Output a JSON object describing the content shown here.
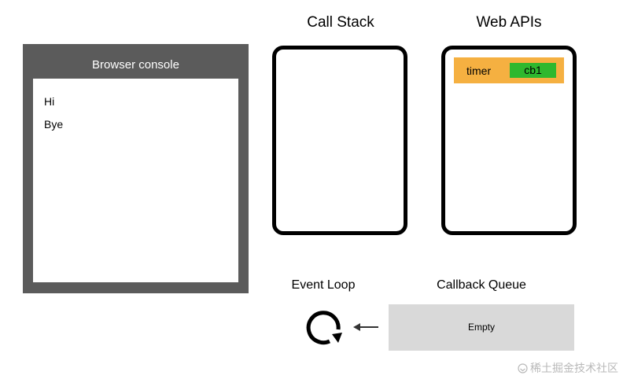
{
  "browser_console": {
    "title": "Browser console",
    "lines": [
      "Hi",
      "Bye"
    ]
  },
  "call_stack": {
    "title": "Call Stack"
  },
  "web_apis": {
    "title": "Web APIs",
    "items": [
      {
        "label": "timer",
        "callback": "cb1"
      }
    ]
  },
  "event_loop": {
    "title": "Event Loop",
    "icon": "refresh-cycle-icon"
  },
  "callback_queue": {
    "title": "Callback Queue",
    "status": "Empty",
    "arrow_icon": "arrow-left-icon"
  },
  "watermark": {
    "text": "稀土掘金技术社区"
  },
  "colors": {
    "console_frame": "#5b5b5b",
    "timer_row": "#f5b041",
    "callback_chip": "#2eb82e",
    "queue_box": "#d9d9d9",
    "panel_border": "#000000"
  }
}
